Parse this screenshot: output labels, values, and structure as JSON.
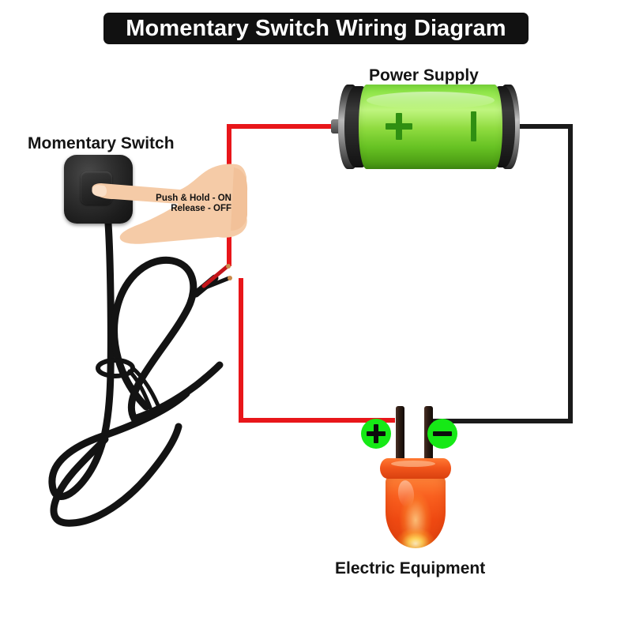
{
  "title": {
    "text": "Momentary Switch Wiring Diagram"
  },
  "labels": {
    "momentary_switch": "Momentary Switch",
    "power_supply": "Power Supply",
    "electric_equipment": "Electric Equipment"
  },
  "annotations": {
    "push_hold_line1": "Push & Hold - ON",
    "push_hold_line2": "Release - OFF"
  },
  "battery": {
    "plus_mark": "+",
    "minus_mark": "−",
    "body_color": "#8fdb3f",
    "cap_color": "#2a2a2a"
  },
  "led": {
    "plus_badge": "+",
    "minus_badge": "−",
    "badge_color": "#16e916",
    "body_color": "#ef4a12",
    "glow_color": "#ffd257"
  },
  "wires": {
    "positive_color": "#e8161a",
    "negative_color": "#1a1a1a",
    "cable_color": "#131313"
  },
  "switch": {
    "body_color": "#1d1d1d",
    "button_color": "#2a2a2a",
    "hand_color": "#f5cba7"
  }
}
